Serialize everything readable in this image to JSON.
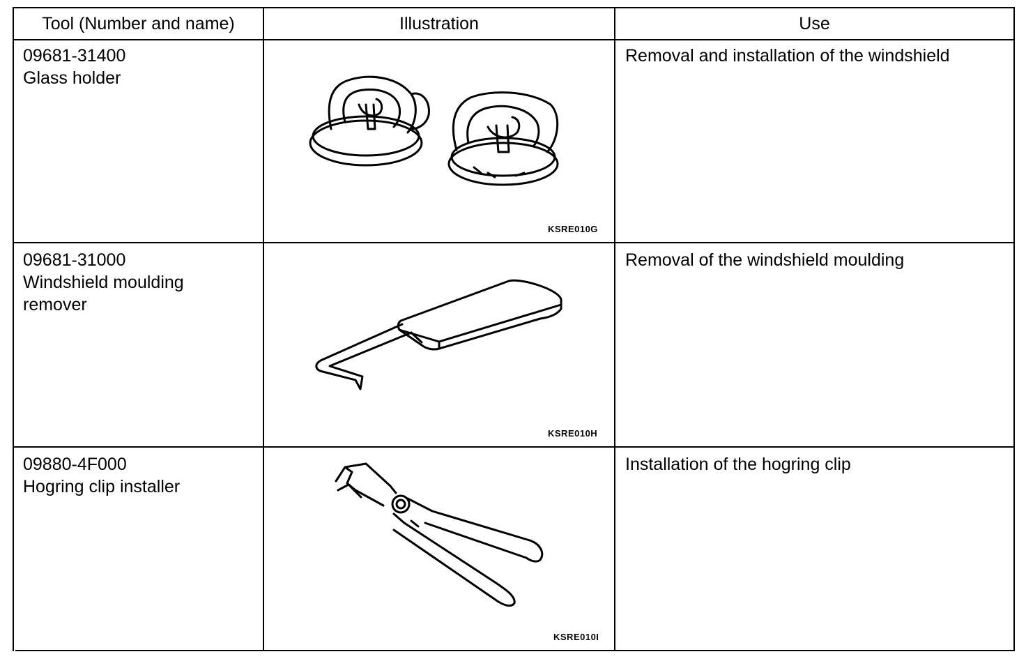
{
  "table": {
    "headers": {
      "tool": "Tool (Number and name)",
      "illustration": "Illustration",
      "use": "Use"
    },
    "rows": [
      {
        "number": "09681-31400",
        "name_lines": [
          "Glass holder"
        ],
        "use": "Removal and installation of the windshield",
        "illustration_code": "KSRE010G",
        "illustration_icon": "suction-cup-glass-holder-icon"
      },
      {
        "number": "09681-31000",
        "name_lines": [
          "Windshield moulding",
          "remover"
        ],
        "use": "Removal of the windshield moulding",
        "illustration_code": "KSRE010H",
        "illustration_icon": "moulding-remover-tool-icon"
      },
      {
        "number": "09880-4F000",
        "name_lines": [
          "Hogring clip installer"
        ],
        "use": "Installation of the hogring clip",
        "illustration_code": "KSRE010I",
        "illustration_icon": "hogring-pliers-icon"
      }
    ]
  }
}
